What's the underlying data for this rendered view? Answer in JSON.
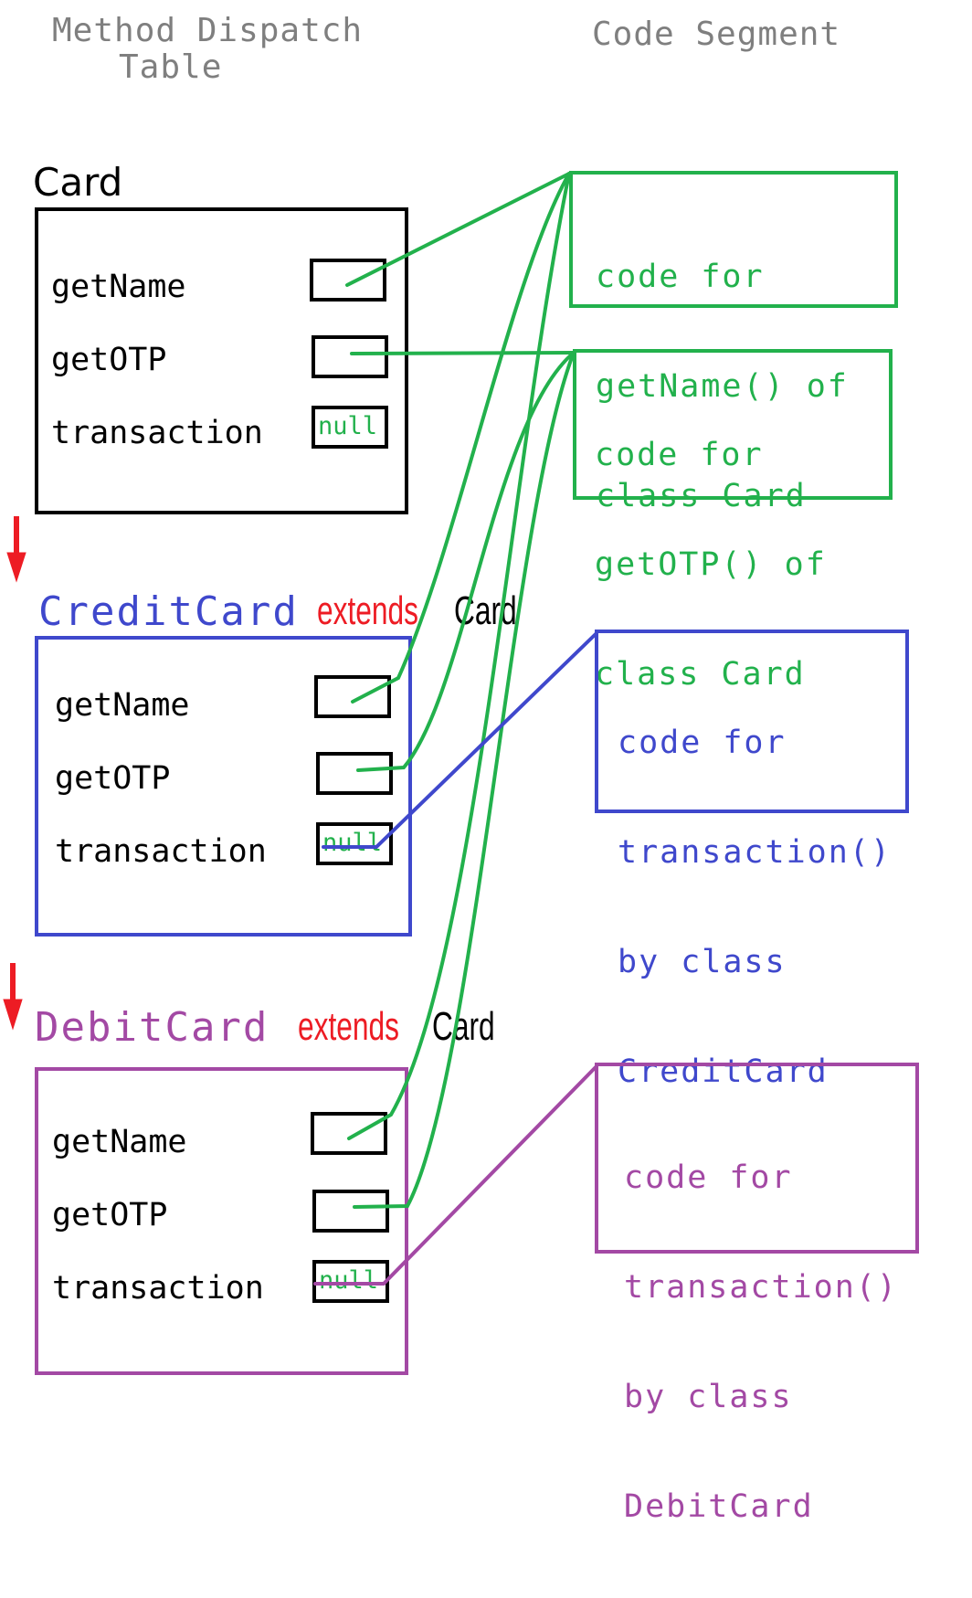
{
  "headings": {
    "dispatch_line1": "Method Dispatch",
    "dispatch_line2": "Table",
    "code_segment": "Code Segment"
  },
  "classes": [
    {
      "name": "Card",
      "extends": "",
      "parent": "",
      "color": "#000000",
      "entries": [
        "getName",
        "getOTP",
        "transaction"
      ],
      "null_label": "null"
    },
    {
      "name": "CreditCard",
      "extends": "extends",
      "parent": "Card",
      "color": "#3f48cc",
      "entries": [
        "getName",
        "getOTP",
        "transaction"
      ],
      "null_label": "null"
    },
    {
      "name": "DebitCard",
      "extends": "extends",
      "parent": "Card",
      "color": "#a349a4",
      "entries": [
        "getName",
        "getOTP",
        "transaction"
      ],
      "null_label": "null"
    }
  ],
  "code_boxes": [
    {
      "lines": [
        "code for",
        "getName() of",
        "class Card"
      ],
      "color": "#22b14c"
    },
    {
      "lines": [
        "code for",
        "getOTP() of",
        "class Card"
      ],
      "color": "#22b14c"
    },
    {
      "lines": [
        "code for",
        "transaction()",
        "by class",
        "CreditCard"
      ],
      "color": "#3f48cc"
    },
    {
      "lines": [
        "code for",
        "transaction()",
        "by class",
        "DebitCard"
      ],
      "color": "#a349a4"
    }
  ],
  "colors": {
    "heading": "#7f7f7f",
    "pointer_green": "#22b14c",
    "extends_red": "#ed1c24",
    "inheritance_arrow": "#ed1c24"
  }
}
